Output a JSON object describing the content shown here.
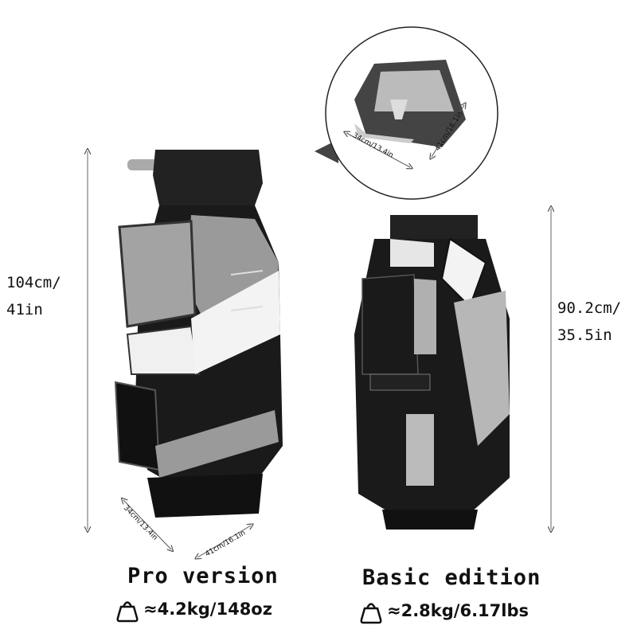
{
  "pro": {
    "title": "Pro version",
    "weight": "≈4.2kg/148oz",
    "height_cm": "104cm/",
    "height_in": "41in",
    "base_depth": "34cm/13.4in",
    "base_width": "41cm/16.1in"
  },
  "basic": {
    "title": "Basic edition",
    "weight": "≈2.8kg/6.17lbs",
    "height_cm": "90.2cm/",
    "height_in": "35.5in"
  },
  "top_detail": {
    "depth": "34cm/13.4in",
    "width": "41cm/16.1in"
  },
  "icons": {
    "weight": "weight-bag-icon"
  },
  "colors": {
    "bag_black": "#1a1a1a",
    "bag_gray": "#9a9a9a",
    "bag_white": "#f0f0f0"
  }
}
